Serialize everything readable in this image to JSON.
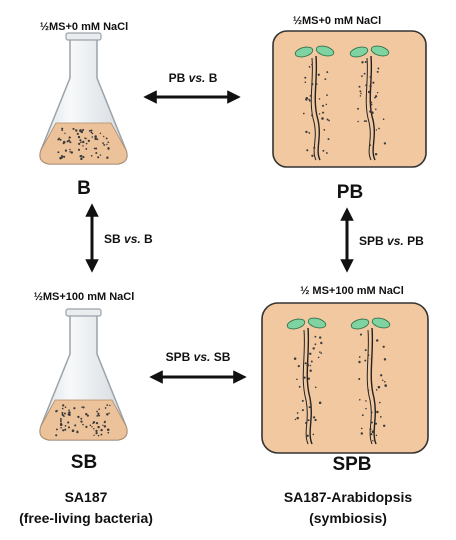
{
  "conditions": {
    "top_left": "½MS+0 mM NaCl",
    "top_right": "½MS+0 mM NaCl",
    "bottom_left": "½MS+100 mM NaCl",
    "bottom_right": "½ MS+100 mM NaCl"
  },
  "samples": {
    "b": "B",
    "pb": "PB",
    "sb": "SB",
    "spb": "SPB"
  },
  "comparisons": {
    "pb_b": {
      "a": "PB",
      "vs": "vs.",
      "b": "B"
    },
    "sb_b": {
      "a": "SB",
      "vs": "vs.",
      "b": "B"
    },
    "spb_pb": {
      "a": "SPB",
      "vs": "vs.",
      "b": "PB"
    },
    "spb_sb": {
      "a": "SPB",
      "vs": "vs.",
      "b": "SB"
    }
  },
  "descriptions": {
    "left_line1": "SA187",
    "left_line2": "(free-living bacteria)",
    "right_line1": "SA187-Arabidopsis",
    "right_line2": "(symbiosis)"
  },
  "colors": {
    "medium": "#ecc29a",
    "box_fill": "#f2c8a0",
    "glass": "#eef1f4",
    "leaf": "#7ed3a0",
    "outline": "#222222"
  }
}
